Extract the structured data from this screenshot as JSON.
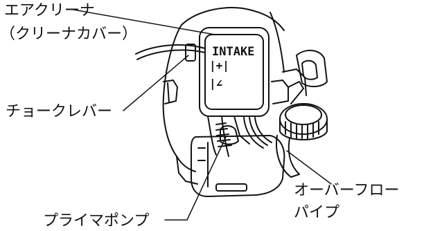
{
  "callouts": {
    "air_cleaner": "エアクリーナ",
    "air_cleaner_cover": "（クリーナカバー）",
    "choke_lever": "チョークレバー",
    "overflow_pipe_line1": "オーバーフロー",
    "overflow_pipe_line2": "パイプ",
    "primer_pump": "プライマポンプ"
  },
  "cover_markings": {
    "intake": "INTAKE",
    "marking_1": "|+|",
    "marking_2": "|∠"
  }
}
